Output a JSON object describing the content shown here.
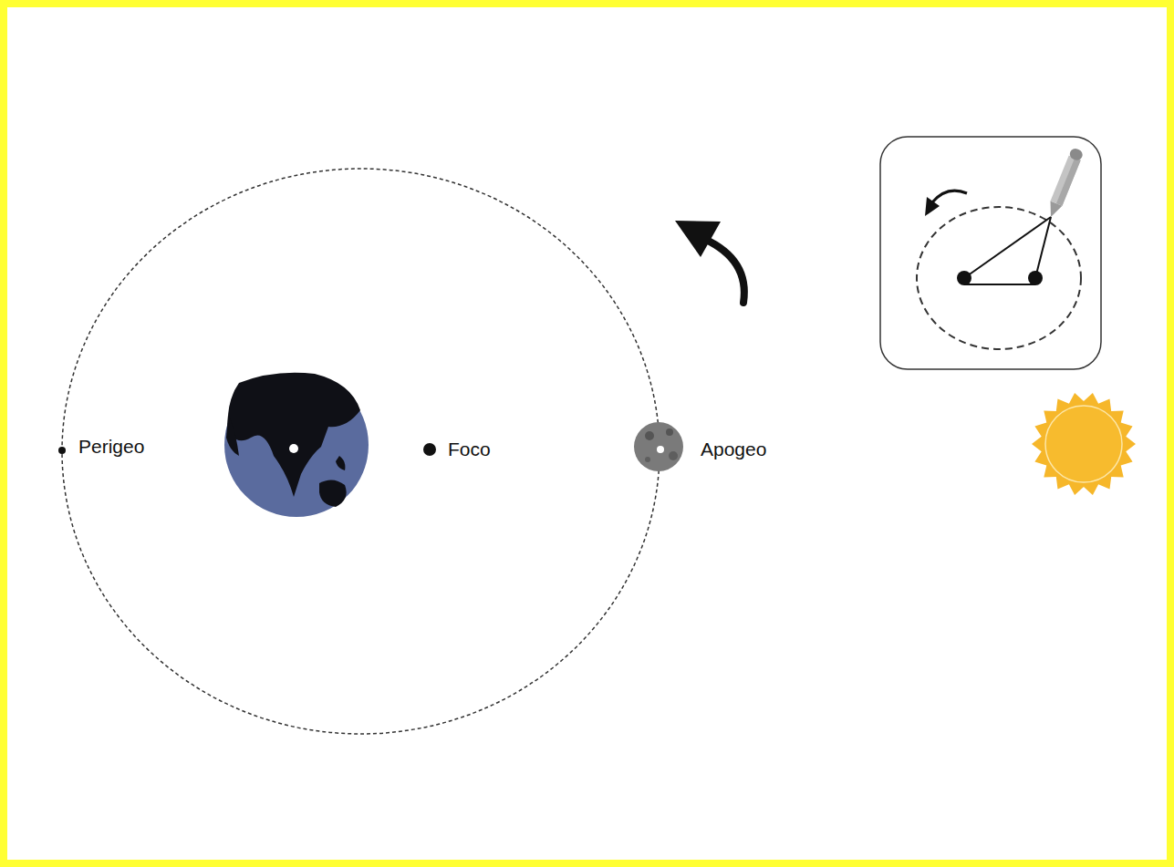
{
  "diagram": {
    "labels": [
      "Perigeo",
      "Foco",
      "Apogeo"
    ]
  }
}
